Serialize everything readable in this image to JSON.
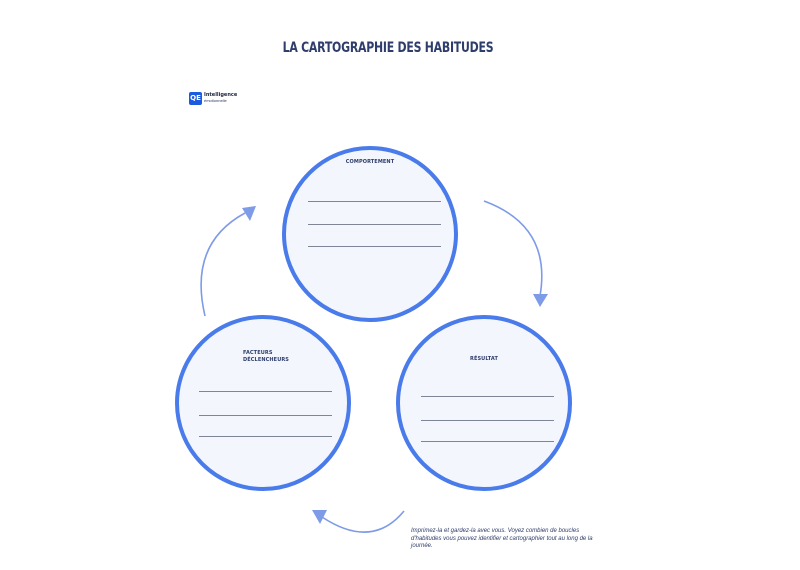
{
  "page": {
    "title": "LA CARTOGRAPHIE DES HABITUDES"
  },
  "logo": {
    "mark": "QE",
    "name": "Intelligence",
    "subtitle": "émotionnelle"
  },
  "circles": {
    "top": {
      "label": "COMPORTEMENT"
    },
    "left": {
      "label_line1": "FACTEURS",
      "label_line2": "DÉCLENCHEURS"
    },
    "right": {
      "label": "RÉSULTAT"
    }
  },
  "note": "Imprimez-la et gardez-la avec vous. Voyez combien de boucles d'habitudes vous pouvez identifier et cartographier tout au long de la journée.",
  "colors": {
    "circle_border": "#4a7bea",
    "circle_fill": "#f3f6fc",
    "arrow": "#7e9be8",
    "text": "#2e3d6b"
  }
}
